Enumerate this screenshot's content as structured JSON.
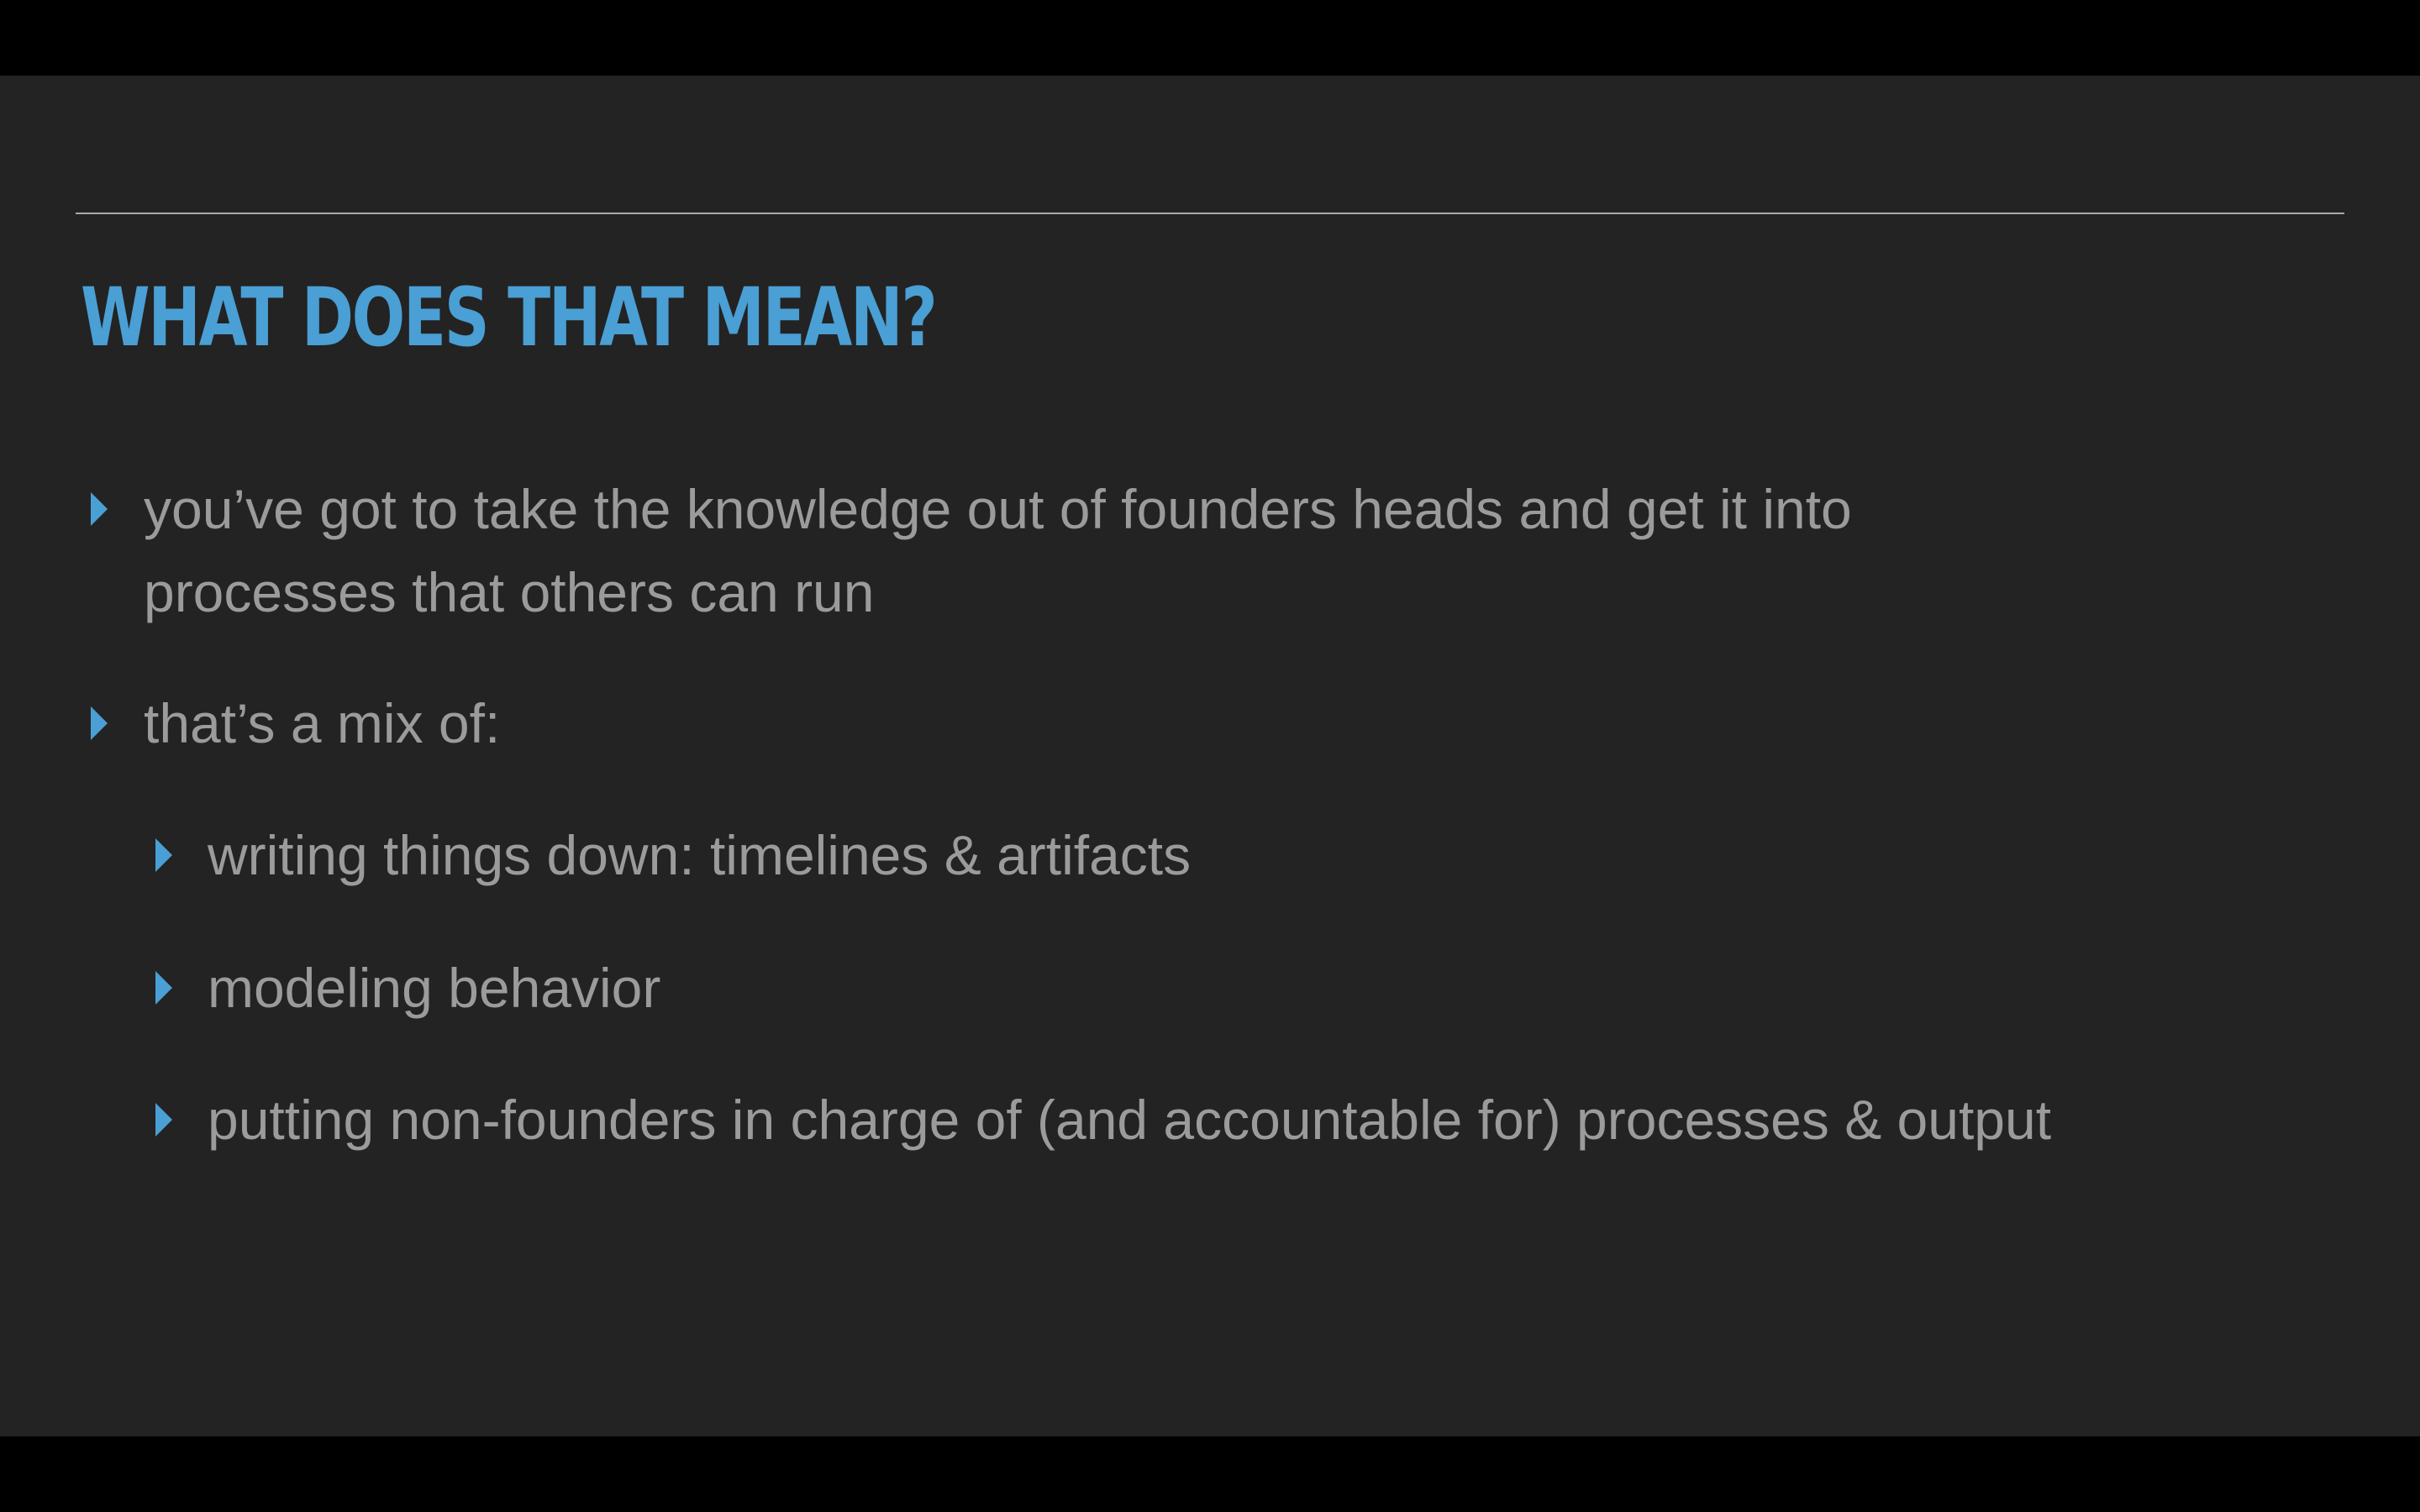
{
  "slide": {
    "title": "WHAT DOES THAT MEAN?",
    "bullets": {
      "b1_line1": "you’ve got to take the knowledge out of founders heads and get it into",
      "b1_line2": "processes that others can run",
      "b2": "that’s a mix of:",
      "sub1": "writing things down: timelines & artifacts",
      "sub2": "modeling behavior",
      "sub3": "putting non-founders in charge of (and accountable for) processes & output"
    },
    "marker_icon": "triangle-right-icon",
    "colors": {
      "background": "#232323",
      "title": "#4a9fd4",
      "body_text": "#9b9b9b",
      "marker": "#4a9fd4",
      "rule": "#a9a9a9",
      "letterbox": "#000000"
    }
  }
}
